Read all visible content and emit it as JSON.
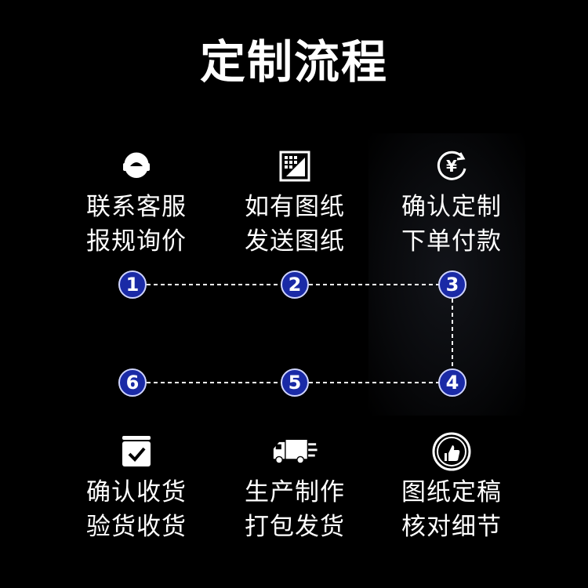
{
  "title": "定制流程",
  "top_steps": [
    {
      "icon": "customer-service-icon",
      "line1": "联系客服",
      "line2": "报规询价"
    },
    {
      "icon": "drawing-icon",
      "line1": "如有图纸",
      "line2": "发送图纸"
    },
    {
      "icon": "yuan-payment-icon",
      "line1": "确认定制",
      "line2": "下单付款"
    }
  ],
  "bottom_steps": [
    {
      "icon": "checked-box-icon",
      "line1": "确认收货",
      "line2": "验货收货"
    },
    {
      "icon": "delivery-truck-icon",
      "line1": "生产制作",
      "line2": "打包发货"
    },
    {
      "icon": "approval-seal-icon",
      "line1": "图纸定稿",
      "line2": "核对细节"
    }
  ],
  "numbers": [
    "1",
    "2",
    "3",
    "4",
    "5",
    "6"
  ],
  "colors": {
    "background": "#000000",
    "badge": "#1a2aa6",
    "line": "#ffffff"
  }
}
